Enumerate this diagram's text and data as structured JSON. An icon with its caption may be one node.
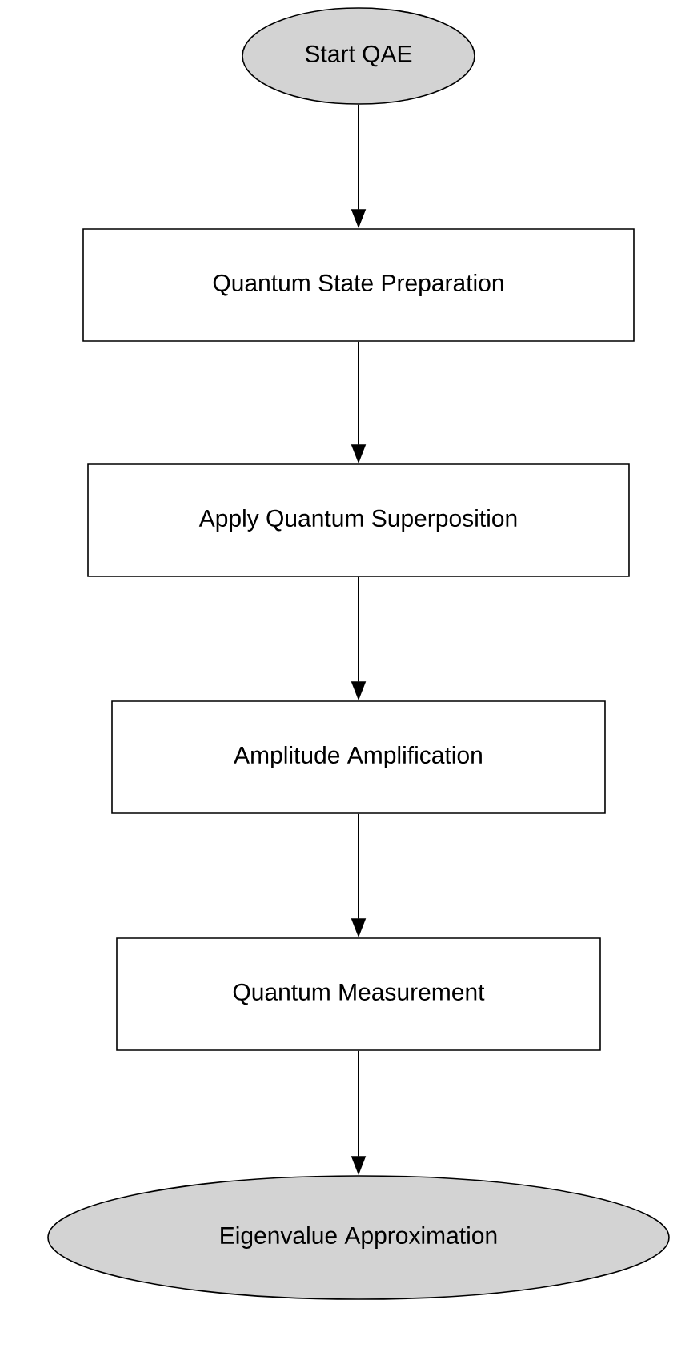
{
  "diagram": {
    "nodes": [
      {
        "text": [
          "Start QAE"
        ]
      },
      {
        "text": [
          "Quantum State Preparation"
        ]
      },
      {
        "text": [
          "Apply Quantum Superposition"
        ]
      },
      {
        "text": [
          "Amplitude Amplification"
        ]
      },
      {
        "text": [
          "Quantum Measurement"
        ]
      },
      {
        "text": [
          "Eigenvalue Approximation"
        ]
      }
    ],
    "edges": [
      {
        "from": 0,
        "to": 1,
        "arrow": "to"
      },
      {
        "from": 1,
        "to": 2,
        "arrow": "to"
      },
      {
        "from": 2,
        "to": 3,
        "arrow": "to"
      },
      {
        "from": 3,
        "to": 4,
        "arrow": "to"
      },
      {
        "from": 4,
        "to": 5,
        "arrow": "to"
      }
    ]
  }
}
